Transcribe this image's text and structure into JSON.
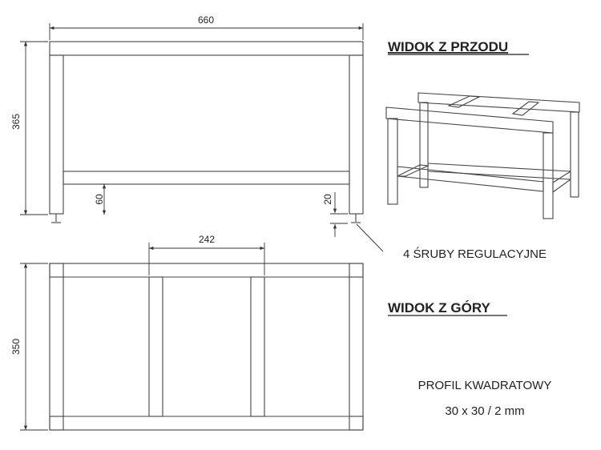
{
  "front_view": {
    "title": "WIDOK Z PRZODU",
    "width_dimension": "660",
    "height_dimension": "365",
    "shelf_height_dimension": "60",
    "foot_dimension": "20"
  },
  "top_view": {
    "title": "WIDOK Z GÓRY",
    "spacing_dimension": "242",
    "depth_dimension": "350"
  },
  "annotations": {
    "leveling_screws": "4 ŚRUBY REGULACYJNE",
    "profile_line1": "PROFIL KWADRATOWY",
    "profile_line2": "30 x 30 / 2 mm"
  },
  "colors": {
    "line": "#333333",
    "frame_stroke": "#444444"
  }
}
